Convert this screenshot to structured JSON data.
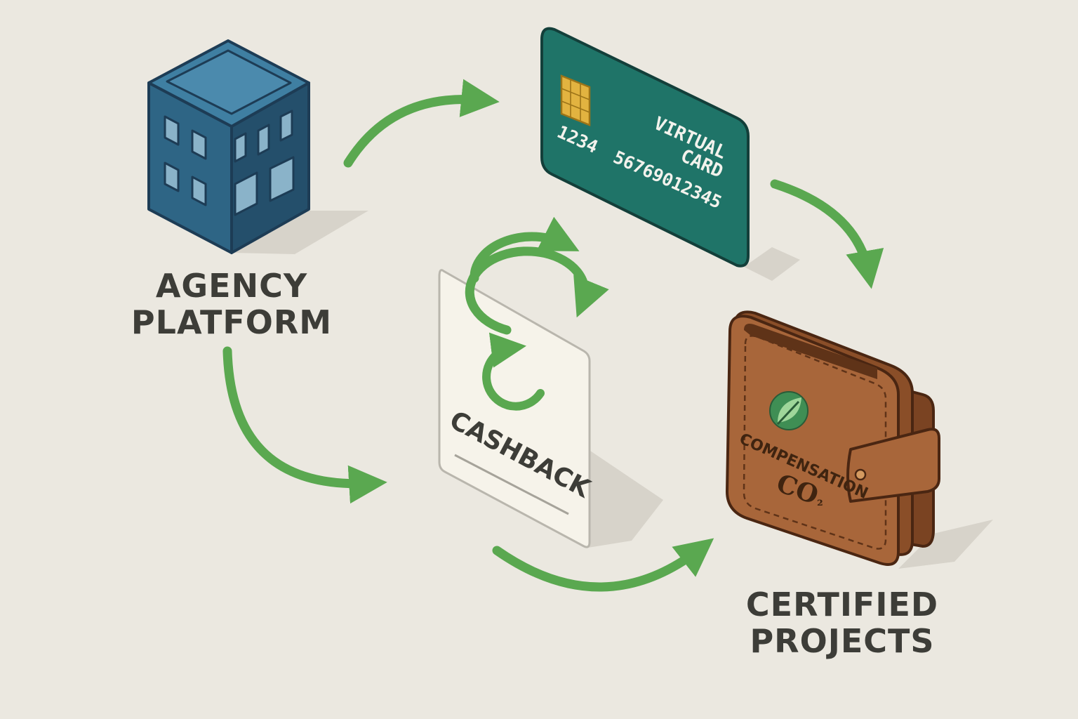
{
  "labels": {
    "agency_line1": "AGENCY",
    "agency_line2": "PLATFORM",
    "certified_line1": "CERTIFIED",
    "certified_line2": "PROJECTS"
  },
  "card": {
    "title_line1": "VIRTUAL",
    "title_line2": "CARD",
    "number_part1": "1234",
    "number_part2": "56769012345"
  },
  "receipt": {
    "label": "CASHBACK"
  },
  "wallet": {
    "label": "COMPENSATION",
    "co2": "CO",
    "co2_sub": "₂"
  },
  "icons": {
    "building": "building-icon",
    "card": "credit-card-icon",
    "receipt": "cashback-receipt-icon",
    "wallet": "wallet-icon",
    "leaf": "leaf-icon",
    "cycle": "refresh-cycle-icon",
    "arrow": "curved-arrow-icon"
  },
  "colors": {
    "background": "#ebe8e0",
    "arrow": "#5aa850",
    "building": "#2f6688",
    "card": "#1f7468",
    "wallet": "#a8663a",
    "text": "#3d3d38"
  }
}
